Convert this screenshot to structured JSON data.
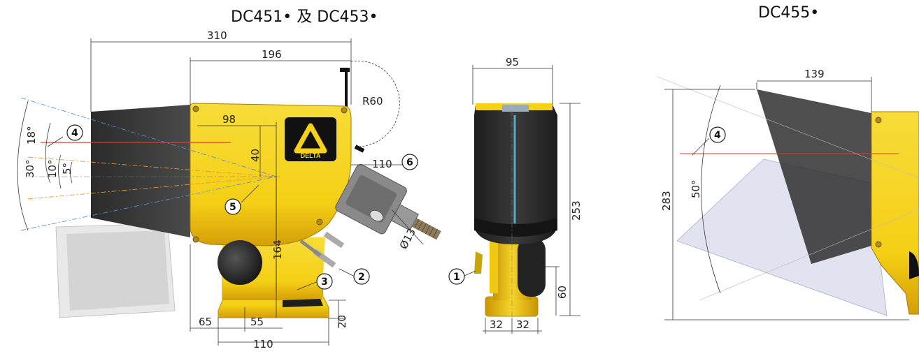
{
  "titles": {
    "left": "DC451• 及 DC453•",
    "right": "DC455•"
  },
  "logo": {
    "text": "DELTA",
    "icon": "delta-triangle-icon"
  },
  "dimensions": {
    "left_view": {
      "overall_length": "310",
      "body_length": "196",
      "radius": "R60",
      "offset_98": "98",
      "offset_40": "40",
      "height_164": "164",
      "angle_30": "30°",
      "angle_18": "18°",
      "angle_10": "10°",
      "angle_5": "5°",
      "clearance_110_6": "110",
      "diameter": "Ø13",
      "base_65": "65",
      "base_55": "55",
      "base_110": "110",
      "base_20": "20"
    },
    "front_view": {
      "width_95": "95",
      "height_253": "253",
      "height_60": "60",
      "base_32a": "32",
      "base_32b": "32"
    },
    "right_view": {
      "width_139": "139",
      "height_283": "283",
      "angle_50": "50°"
    }
  },
  "callouts": {
    "c1": "1",
    "c2": "2",
    "c3": "3",
    "c4": "4",
    "c5": "5",
    "c6": "6",
    "c4r": "4"
  },
  "colors": {
    "body_yellow": "#f5d218",
    "body_shade": "#d9a90c",
    "hood_dark": "#3a3a3a",
    "base_dark": "#2c2c2c",
    "laser_red": "#e43b2a",
    "laser_blue": "#4a90d9",
    "laser_orange": "#e8953a"
  }
}
